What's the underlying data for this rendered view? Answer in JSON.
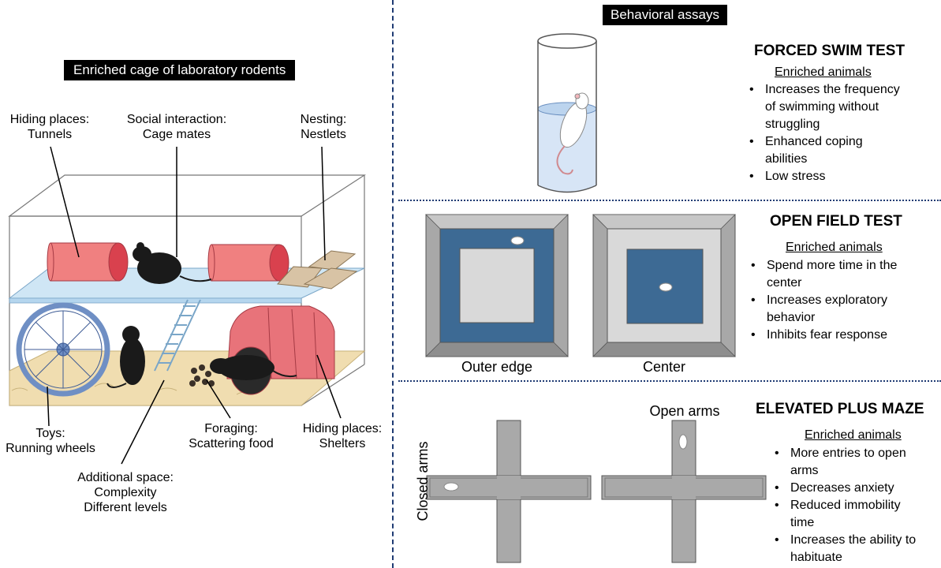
{
  "left": {
    "banner": "Enriched cage of laboratory rodents",
    "labels": {
      "tunnels_l1": "Hiding places:",
      "tunnels_l2": "Tunnels",
      "social_l1": "Social interaction:",
      "social_l2": "Cage mates",
      "nesting_l1": "Nesting:",
      "nesting_l2": "Nestlets",
      "toys_l1": "Toys:",
      "toys_l2": "Running wheels",
      "space_l1": "Additional space:",
      "space_l2": "Complexity",
      "space_l3": "Different levels",
      "foraging_l1": "Foraging:",
      "foraging_l2": "Scattering food",
      "shelters_l1": "Hiding places:",
      "shelters_l2": "Shelters"
    }
  },
  "right": {
    "banner": "Behavioral assays",
    "forced_swim": {
      "title": "FORCED SWIM TEST",
      "subtitle": "Enriched animals",
      "bullets": [
        "Increases the frequency",
        "of swimming without",
        "struggling",
        "Enhanced coping",
        "abilities",
        "Low stress"
      ]
    },
    "open_field": {
      "title": "OPEN FIELD TEST",
      "subtitle": "Enriched animals",
      "bullets": [
        "Spend more time in the",
        "center",
        "Increases exploratory",
        "behavior",
        "Inhibits fear response"
      ],
      "caption_left": "Outer edge",
      "caption_right": "Center"
    },
    "plus_maze": {
      "title": "ELEVATED PLUS MAZE",
      "subtitle": "Enriched animals",
      "bullets": [
        "More entries to open",
        "arms",
        "Decreases anxiety",
        "Reduced immobility",
        "time",
        "Increases the ability to",
        "habituate"
      ],
      "open_arms": "Open arms",
      "closed_arms": "Closed arms"
    }
  },
  "colors": {
    "divider": "#1f3b73",
    "tunnel": "#f08080",
    "tunnel_end": "#d9414e",
    "shelter": "#e8737a",
    "platform": "#cfe6f5",
    "bedding": "#f0ddb0",
    "wheel": "#6f8fc4",
    "arena_floor": "#3d6a94",
    "arena_wall": "#a8a8a8",
    "maze": "#a9a9a9",
    "water": "#d7e5f6"
  }
}
